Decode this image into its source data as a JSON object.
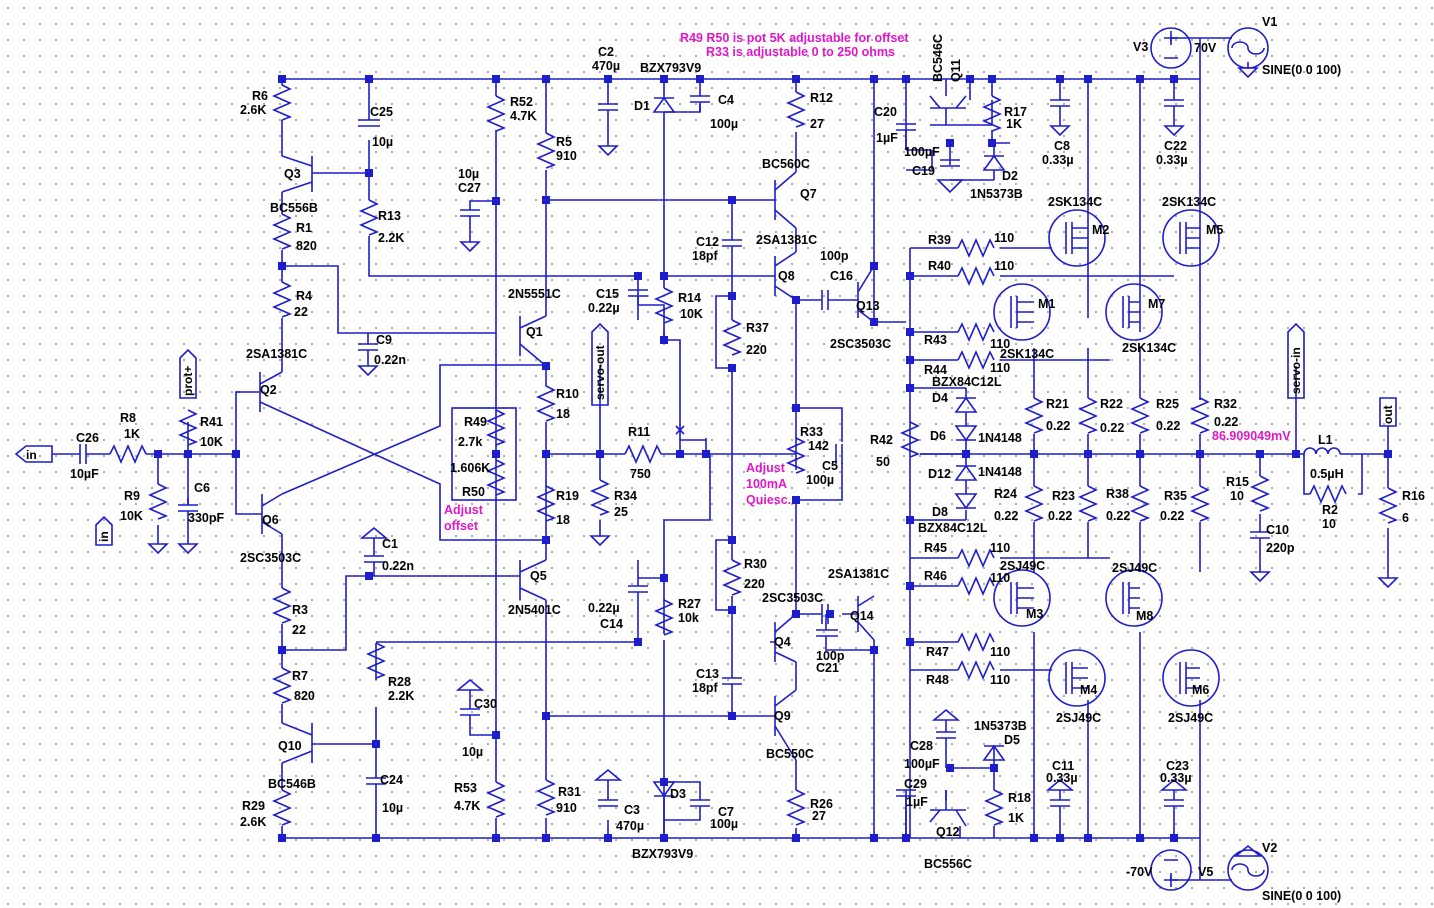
{
  "colors": {
    "wire": "#1d1dcc",
    "text": "#000000",
    "note": "#e018c8",
    "grid": "#9aa0b0"
  },
  "notes": {
    "pot_note1": "R49 R50 is pot 5K adjustable for offset",
    "pot_note2": "R33 is adjustable 0 to 250 ohms",
    "adjust_offset_1": "Adjust",
    "adjust_offset_2": "offset",
    "adjust_q_1": "Adjust",
    "adjust_q_2": "100mA",
    "adjust_q_3": "Quiesc.",
    "probe_voltage": "86.909049mV"
  },
  "ports": {
    "in": "in",
    "in2": "in",
    "prot": "prot+",
    "servo_out": "servo-out",
    "servo_in": "servo-in",
    "out": "out"
  },
  "sources": {
    "V1": {
      "name": "V1",
      "value": "SINE(0 0 100)"
    },
    "V2": {
      "name": "V2",
      "value": "SINE(0 0 100)"
    },
    "V3": {
      "name": "V3",
      "value": "70V"
    },
    "V5": {
      "name": "V5",
      "value": "-70V"
    }
  },
  "components": {
    "R6": {
      "name": "R6",
      "value": "2.6K"
    },
    "C25": {
      "name": "C25",
      "value": "10µ"
    },
    "R52": {
      "name": "R52",
      "value": "4.7K"
    },
    "R5": {
      "name": "R5",
      "value": "910"
    },
    "C2": {
      "name": "C2",
      "value": "470µ"
    },
    "D1": {
      "name": "D1",
      "value": "BZX793V9"
    },
    "C4": {
      "name": "C4",
      "value": "100µ"
    },
    "R12": {
      "name": "R12",
      "value": "27"
    },
    "Q7": {
      "name": "Q7",
      "value": "BC560C"
    },
    "C20": {
      "name": "C20",
      "value": "1µF"
    },
    "C19": {
      "name": "C19",
      "value": "100µF"
    },
    "Q11": {
      "name": "Q11",
      "value": "BC546C"
    },
    "R17": {
      "name": "R17",
      "value": "1K"
    },
    "D2": {
      "name": "D2",
      "value": "1N5373B"
    },
    "C8": {
      "name": "C8",
      "value": "0.33µ"
    },
    "C22": {
      "name": "C22",
      "value": "0.33µ"
    },
    "Q3": {
      "name": "Q3",
      "value": "BC556B"
    },
    "R13": {
      "name": "R13",
      "value": "2.2K"
    },
    "C27": {
      "name": "C27",
      "value": "10µ"
    },
    "R1": {
      "name": "R1",
      "value": "820"
    },
    "C12": {
      "name": "C12",
      "value": "18pf"
    },
    "Q8": {
      "name": "Q8",
      "value": "2SA1381C"
    },
    "C16": {
      "name": "C16",
      "value": "100p"
    },
    "R4": {
      "name": "R4",
      "value": "22"
    },
    "Q1": {
      "name": "Q1",
      "value": "2N5551C"
    },
    "C15": {
      "name": "C15",
      "value": "0.22µ"
    },
    "R14": {
      "name": "R14",
      "value": "10K"
    },
    "R37": {
      "name": "R37",
      "value": "220"
    },
    "Q13": {
      "name": "Q13",
      "value": "2SC3503C"
    },
    "C9": {
      "name": "C9",
      "value": "0.22n"
    },
    "Q2": {
      "name": "Q2",
      "value": "2SA1381C"
    },
    "R10": {
      "name": "R10",
      "value": "18"
    },
    "R8": {
      "name": "R8",
      "value": "1K"
    },
    "C26": {
      "name": "C26",
      "value": "10µF"
    },
    "R41": {
      "name": "R41",
      "value": "10K"
    },
    "R49": {
      "name": "R49",
      "value": "2.7k"
    },
    "R50": {
      "name": "R50",
      "value": "1.606K"
    },
    "R11": {
      "name": "R11",
      "value": "750"
    },
    "R33": {
      "name": "R33",
      "value": "142"
    },
    "C5": {
      "name": "C5",
      "value": "100µ"
    },
    "R42": {
      "name": "R42",
      "value": "50"
    },
    "D6": {
      "name": "D6",
      "value": "1N4148"
    },
    "D12": {
      "name": "D12",
      "value": "1N4148"
    },
    "D4": {
      "name": "D4",
      "value": "BZX84C12L"
    },
    "D8": {
      "name": "D8",
      "value": "BZX84C12L"
    },
    "R9": {
      "name": "R9",
      "value": "10K"
    },
    "C6": {
      "name": "C6",
      "value": "330pF"
    },
    "R34": {
      "name": "R34",
      "value": "25"
    },
    "R19": {
      "name": "R19",
      "value": "18"
    },
    "Q6": {
      "name": "Q6",
      "value": "2SC3503C"
    },
    "C1": {
      "name": "C1",
      "value": "0.22n"
    },
    "Q5": {
      "name": "Q5",
      "value": "2N5401C"
    },
    "R30": {
      "name": "R30",
      "value": "220"
    },
    "R27": {
      "name": "R27",
      "value": "10k"
    },
    "C14": {
      "name": "C14",
      "value": "0.22µ"
    },
    "Q14": {
      "name": "Q14",
      "value": "2SA1381C"
    },
    "Q4": {
      "name": "Q4",
      "value": "2SC3503C"
    },
    "C21": {
      "name": "C21",
      "value": "100p"
    },
    "R3": {
      "name": "R3",
      "value": "22"
    },
    "R7": {
      "name": "R7",
      "value": "820"
    },
    "R28": {
      "name": "R28",
      "value": "2.2K"
    },
    "C13": {
      "name": "C13",
      "value": "18pf"
    },
    "Q9": {
      "name": "Q9",
      "value": "BC550C"
    },
    "C30": {
      "name": "C30",
      "value": "10µ"
    },
    "Q10": {
      "name": "Q10",
      "value": "BC546B"
    },
    "C24": {
      "name": "C24",
      "value": "10µ"
    },
    "R29": {
      "name": "R29",
      "value": "2.6K"
    },
    "R53": {
      "name": "R53",
      "value": "4.7K"
    },
    "R31": {
      "name": "R31",
      "value": "910"
    },
    "C3": {
      "name": "C3",
      "value": "470µ"
    },
    "D3": {
      "name": "D3",
      "value": "BZX793V9"
    },
    "C7": {
      "name": "C7",
      "value": "100µ"
    },
    "R26": {
      "name": "R26",
      "value": "27"
    },
    "C28": {
      "name": "C28",
      "value": "100µF"
    },
    "C29": {
      "name": "C29",
      "value": "1µF"
    },
    "Q12": {
      "name": "Q12",
      "value": "BC556C"
    },
    "D5": {
      "name": "D5",
      "value": "1N5373B"
    },
    "R18": {
      "name": "R18",
      "value": "1K"
    },
    "C11": {
      "name": "C11",
      "value": "0.33µ"
    },
    "C23": {
      "name": "C23",
      "value": "0.33µ"
    },
    "R39": {
      "name": "R39",
      "value": "110"
    },
    "R40": {
      "name": "R40",
      "value": "110"
    },
    "R43": {
      "name": "R43",
      "value": "110"
    },
    "R44": {
      "name": "R44",
      "value": "110"
    },
    "R45": {
      "name": "R45",
      "value": "110"
    },
    "R46": {
      "name": "R46",
      "value": "110"
    },
    "R47": {
      "name": "R47",
      "value": "110"
    },
    "R48": {
      "name": "R48",
      "value": "110"
    },
    "M1": {
      "name": "M1",
      "value": "2SK134C"
    },
    "M2": {
      "name": "M2",
      "value": "2SK134C"
    },
    "M5": {
      "name": "M5",
      "value": "2SK134C"
    },
    "M7": {
      "name": "M7",
      "value": "2SK134C"
    },
    "M3": {
      "name": "M3",
      "value": "2SJ49C"
    },
    "M4": {
      "name": "M4",
      "value": "2SJ49C"
    },
    "M6": {
      "name": "M6",
      "value": "2SJ49C"
    },
    "M8": {
      "name": "M8",
      "value": "2SJ49C"
    },
    "R21": {
      "name": "R21",
      "value": "0.22"
    },
    "R22": {
      "name": "R22",
      "value": "0.22"
    },
    "R25": {
      "name": "R25",
      "value": "0.22"
    },
    "R32": {
      "name": "R32",
      "value": "0.22"
    },
    "R24": {
      "name": "R24",
      "value": "0.22"
    },
    "R23": {
      "name": "R23",
      "value": "0.22"
    },
    "R38": {
      "name": "R38",
      "value": "0.22"
    },
    "R35": {
      "name": "R35",
      "value": "0.22"
    },
    "R15": {
      "name": "R15",
      "value": "10"
    },
    "C10": {
      "name": "C10",
      "value": "220p"
    },
    "L1": {
      "name": "L1",
      "value": "0.5µH"
    },
    "R2": {
      "name": "R2",
      "value": "10"
    },
    "R16": {
      "name": "R16",
      "value": "6"
    }
  }
}
